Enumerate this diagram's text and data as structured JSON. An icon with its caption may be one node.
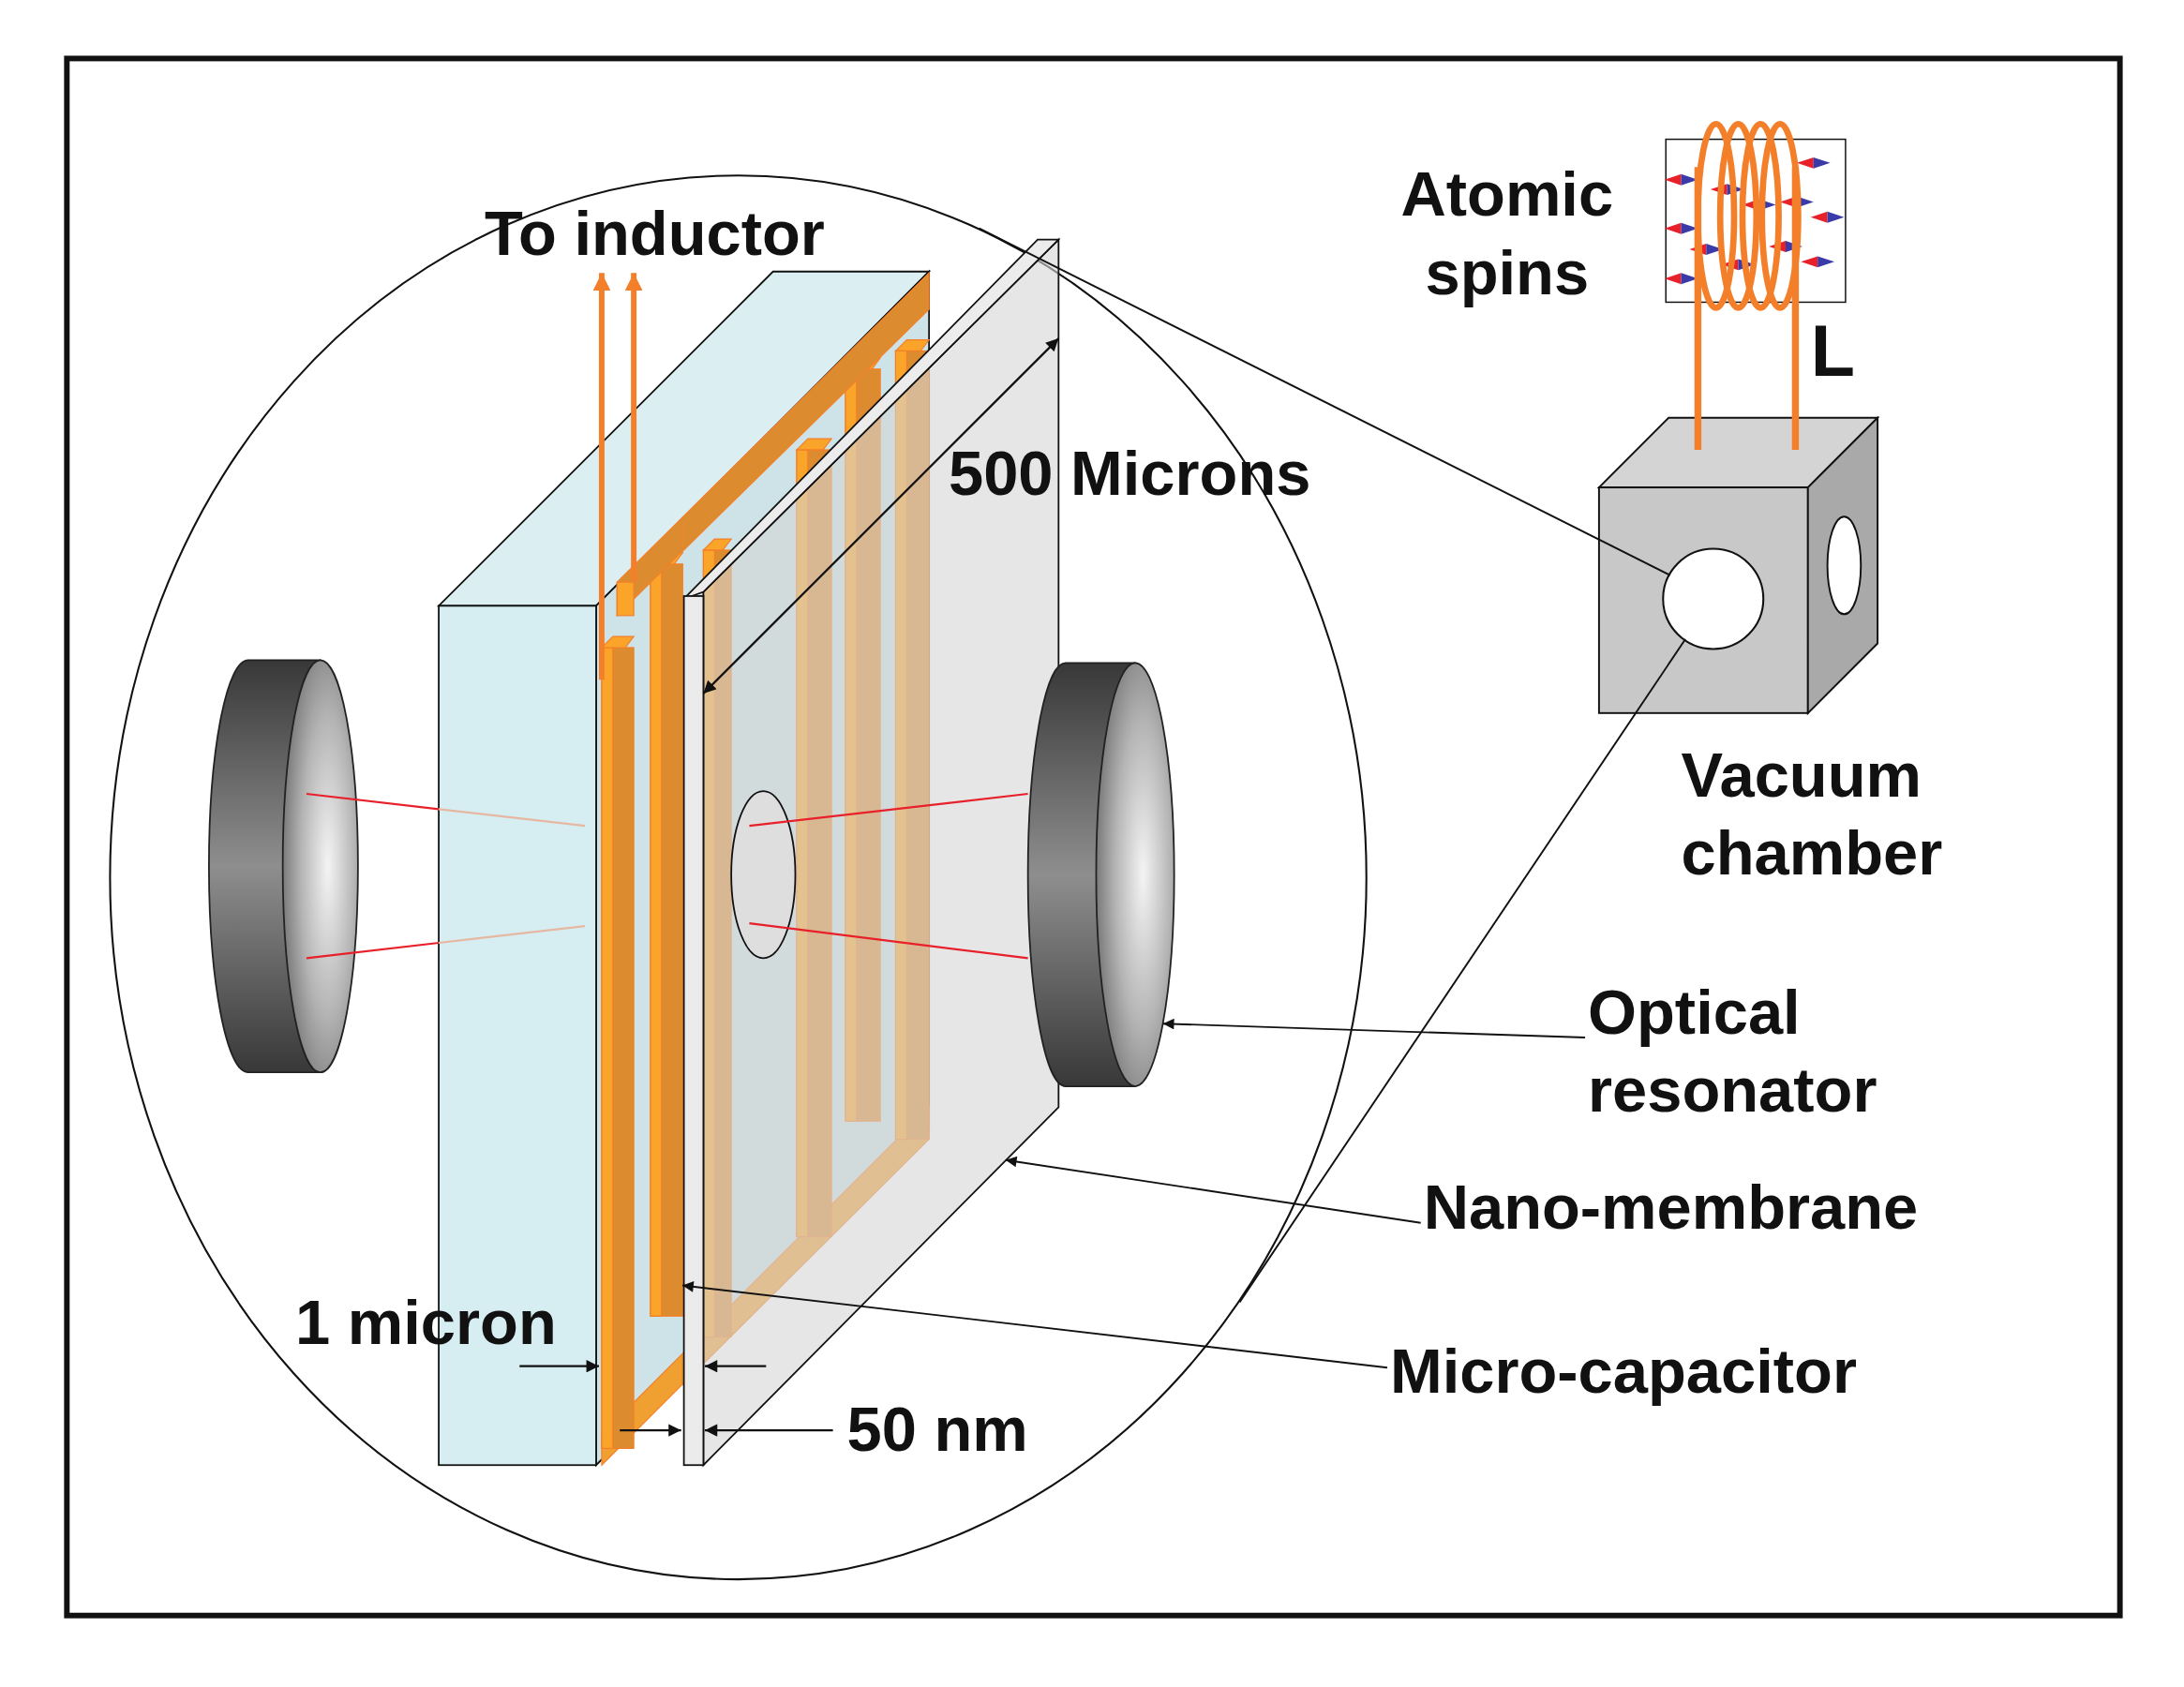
{
  "diagram": {
    "nodes": [
      {
        "text": [],
        "shape": "circle"
      },
      {
        "text": [
          "To inductor"
        ],
        "in": 0
      },
      {
        "text": [],
        "shape": "picture",
        "in": 0
      },
      {
        "text": [],
        "shape": "picture",
        "in": 0
      },
      {
        "text": [],
        "shape": "picture",
        "in": 0
      },
      {
        "text": [],
        "shape": "circle"
      },
      {
        "text": [
          "Optical resonator"
        ]
      },
      {
        "text": [
          "Nano-membrane"
        ]
      },
      {
        "text": [
          "Micro-capacitor"
        ]
      }
    ],
    "edges": [
      {
        "from": 2,
        "to": 1,
        "arrow": "to",
        "style": "thick",
        "color": "#f47f2a"
      },
      {
        "from": 2,
        "to": 1,
        "arrow": "to",
        "style": "thick",
        "color": "#f47f2a"
      },
      {
        "from": 6,
        "to": 4,
        "arrow": "to"
      },
      {
        "from": 7,
        "to": 3,
        "arrow": "to"
      },
      {
        "from": 8,
        "to": 2,
        "arrow": "to"
      },
      {
        "from": 5,
        "to": 0,
        "arrow": "none"
      },
      {
        "from": 5,
        "to": 0,
        "arrow": "none"
      }
    ],
    "labels": [
      "Atomic spins",
      "L",
      "500 Microns",
      "Vacuum chamber",
      "1 micron",
      "50 nm"
    ]
  }
}
